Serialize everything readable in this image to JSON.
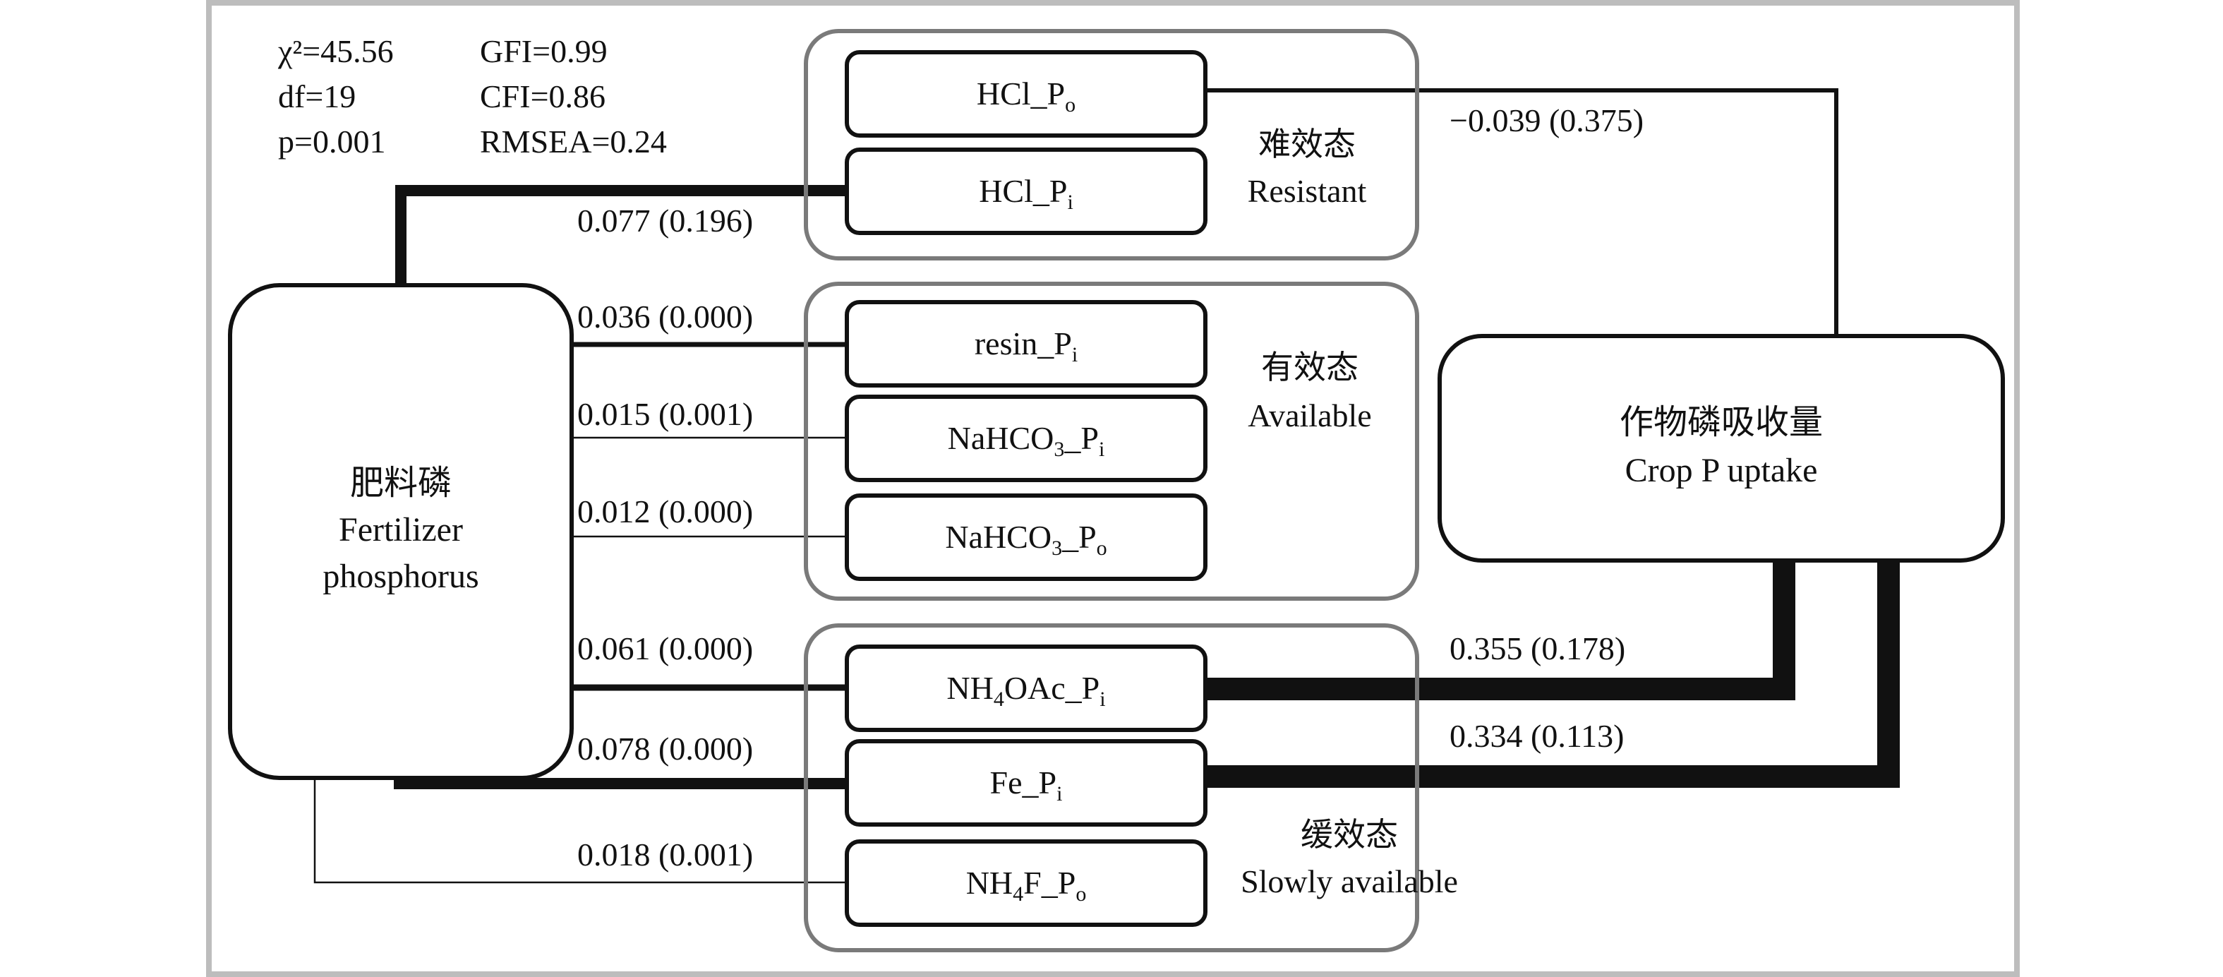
{
  "stats": {
    "chi2": "χ²=45.56",
    "df": "df=19",
    "p": "p=0.001",
    "gfi": "GFI=0.99",
    "cfi": "CFI=0.86",
    "rmsea": "RMSEA=0.24"
  },
  "nodes": {
    "fertilizer": {
      "zh": "肥料磷",
      "en1": "Fertilizer",
      "en2": "phosphorus"
    },
    "crop": {
      "zh": "作物磷吸收量",
      "en": "Crop P uptake"
    },
    "hcl_po": {
      "main": "HCl_P",
      "sub": "o"
    },
    "hcl_pi": {
      "main": "HCl_P",
      "sub": "i"
    },
    "resin_pi": {
      "main": "resin_P",
      "sub": "i"
    },
    "nahco3_pi": {
      "pre": "NaHCO",
      "pre_sub": "3",
      "main": "_P",
      "sub": "i"
    },
    "nahco3_po": {
      "pre": "NaHCO",
      "pre_sub": "3",
      "main": "_P",
      "sub": "o"
    },
    "nh4oac_pi": {
      "pre": "NH",
      "pre_sub": "4",
      "main": "OAc_P",
      "sub": "i"
    },
    "fe_pi": {
      "main": "Fe_P",
      "sub": "i"
    },
    "nh4f_po": {
      "pre": "NH",
      "pre_sub": "4",
      "main": "F_P",
      "sub": "o"
    }
  },
  "groups": {
    "resistant": {
      "zh": "难效态",
      "en": "Resistant"
    },
    "available": {
      "zh": "有效态",
      "en": "Available"
    },
    "slowly": {
      "zh": "缓效态",
      "en": "Slowly available"
    }
  },
  "paths": {
    "hcl_po_crop": "−0.039 (0.375)",
    "fert_hcl_pi": "0.077 (0.196)",
    "fert_resin": "0.036 (0.000)",
    "fert_nahco3_pi": "0.015 (0.001)",
    "fert_nahco3_po": "0.012 (0.000)",
    "fert_nh4oac": "0.061 (0.000)",
    "fert_fe": "0.078 (0.000)",
    "fert_nh4f": "0.018 (0.001)",
    "nh4oac_crop": "0.355 (0.178)",
    "fe_crop": "0.334 (0.113)"
  }
}
